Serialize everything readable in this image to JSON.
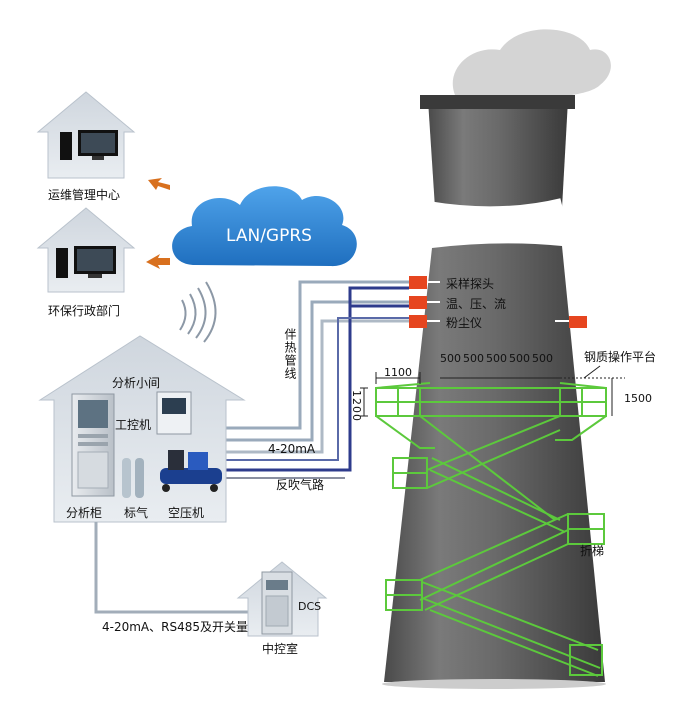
{
  "network": {
    "cloud_label": "LAN/GPRS"
  },
  "houses": {
    "ops_center": "运维管理中心",
    "env_admin": "环保行政部门",
    "analysis_room": "分析小间",
    "control_room": "中控室"
  },
  "equipment": {
    "ipc": "工控机",
    "cabinet": "分析柜",
    "std_gas": "标气",
    "compressor": "空压机",
    "dcs": "DCS"
  },
  "lines": {
    "heat_trace": "伴热管线",
    "signal": "4-20mA",
    "backblow": "反吹气路",
    "bottom_link": "4-20mA、RS485及开关量"
  },
  "probes": {
    "sampling": "采样探头",
    "thp": "温、压、流",
    "dust": "粉尘仪"
  },
  "platform": {
    "title": "钢质操作平台",
    "ladder": "折梯",
    "dim_overhang": "1100",
    "dim_height": "1200",
    "dim_rail": "1500",
    "dim_spacing": [
      "500",
      "500",
      "500",
      "500",
      "500"
    ]
  },
  "colors": {
    "sky_blue": "#2f86d6",
    "arrow_orange": "#d8701e",
    "probe_red": "#e6451f",
    "platform_green": "#5cc93c",
    "pipe_grey": "#9aaabb",
    "pipe_dark": "#2e3b8c"
  }
}
